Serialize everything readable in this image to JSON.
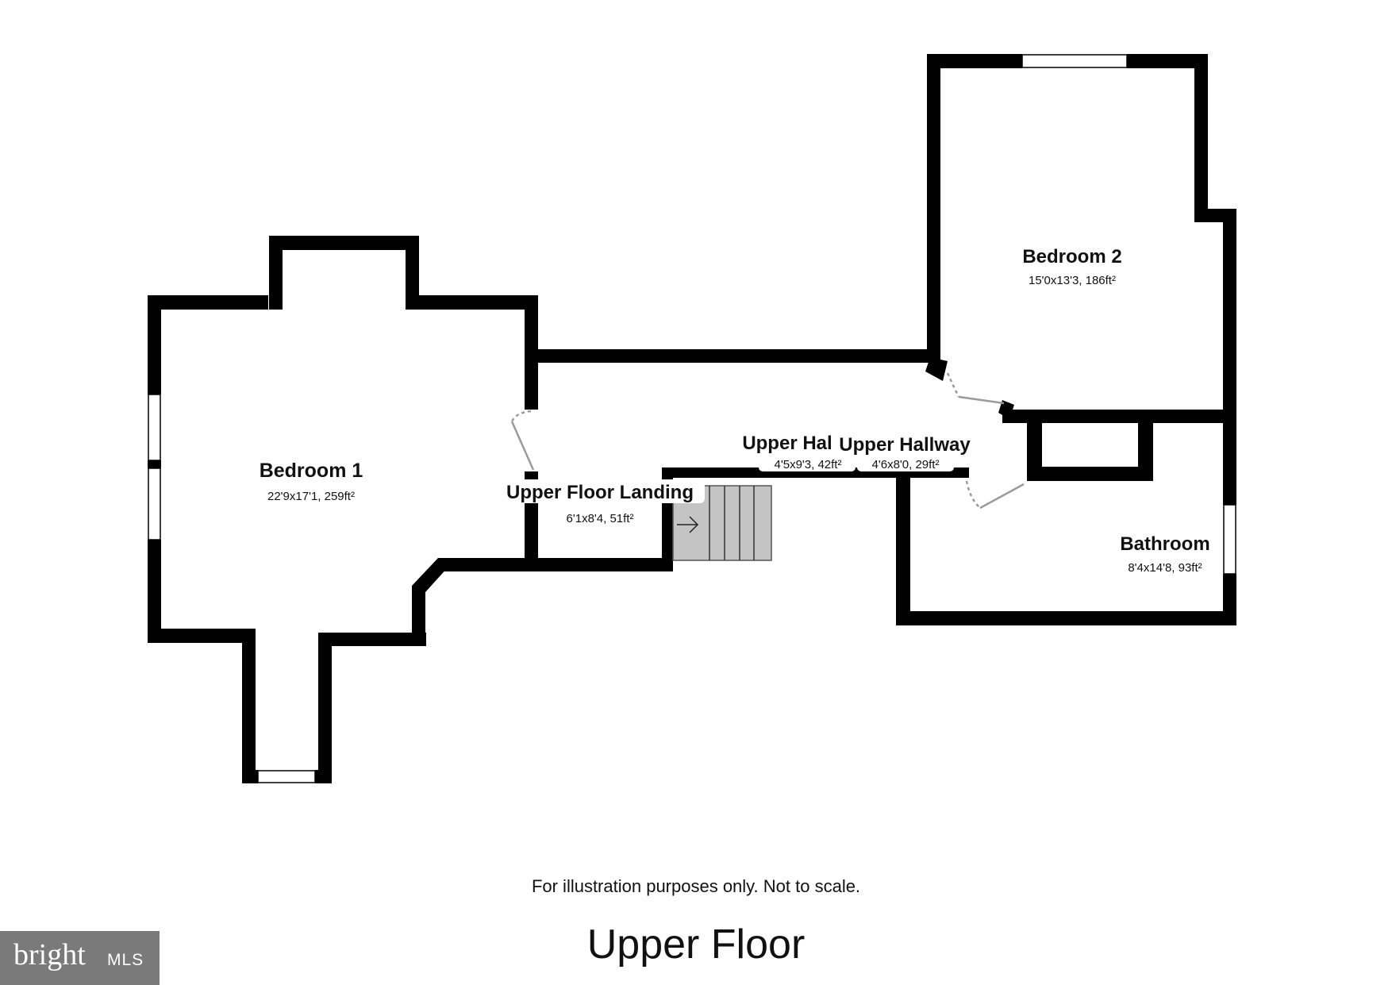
{
  "rooms": {
    "bedroom1": {
      "name": "Bedroom 1",
      "dims": "22'9x17'1, 259ft²"
    },
    "bedroom2": {
      "name": "Bedroom 2",
      "dims": "15'0x13'3, 186ft²"
    },
    "bathroom": {
      "name": "Bathroom",
      "dims": "8'4x14'8, 93ft²"
    },
    "landing": {
      "name": "Upper Floor Landing",
      "dims": "6'1x8'4, 51ft²"
    },
    "hallway_a": {
      "name": "Upper Hal",
      "dims": "4'5x9'3, 42ft²"
    },
    "hallway_b": {
      "name": "Upper Hallway",
      "dims": "4'6x8'0, 29ft²"
    }
  },
  "disclaimer": "For illustration purposes only. Not to scale.",
  "floor_title": "Upper Floor",
  "brand": {
    "word": "bright",
    "suffix": "MLS"
  },
  "colors": {
    "wall": "#000000",
    "stairs": "#c4c4c4",
    "door": "#9a9a9a",
    "brand_bg": "#7a7a7a"
  },
  "icons": [
    "stairs-direction-arrow-icon"
  ]
}
